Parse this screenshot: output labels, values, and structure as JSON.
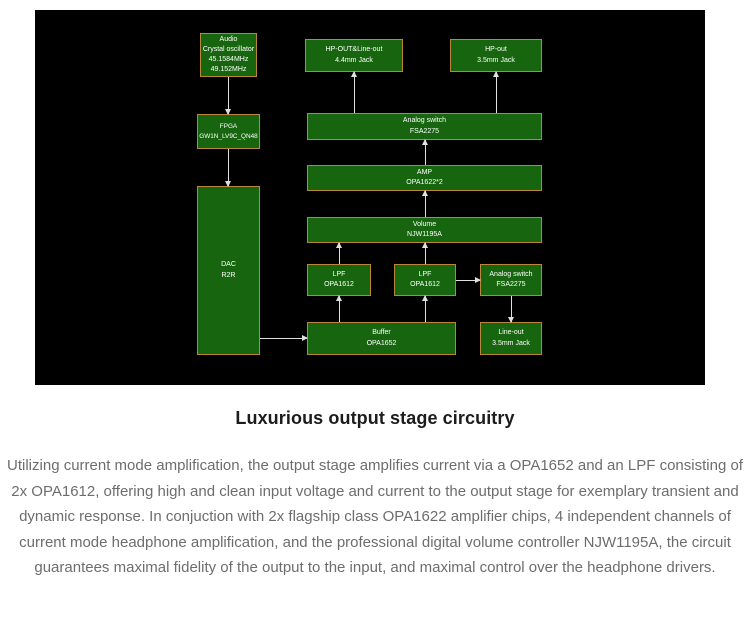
{
  "diagram": {
    "colors": {
      "background": "#000000",
      "box_fill": "#17660f",
      "box_border": "#b9873b",
      "box_text": "#ffffff",
      "arrow": "#e0e0e0"
    },
    "blocks": {
      "oscillator": [
        "Audio",
        "Crystal oscillator",
        "45.1584MHz",
        "49.152MHz"
      ],
      "hp_out_line_out_jack": [
        "HP-OUT&Line-out",
        "4.4mm Jack"
      ],
      "hp_out_jack": [
        "HP-out",
        "3.5mm Jack"
      ],
      "fpga": [
        "FPGA",
        "GW1N_LV9C_QN48"
      ],
      "analog_switch_main": [
        "Analog switch",
        "FSA2275"
      ],
      "amp": [
        "AMP",
        "OPA1622*2"
      ],
      "volume": [
        "Volume",
        "NJW1195A"
      ],
      "dac": [
        "DAC",
        "R2R"
      ],
      "lpf_left": [
        "LPF",
        "OPA1612"
      ],
      "lpf_right": [
        "LPF",
        "OPA1612"
      ],
      "analog_switch_lineout": [
        "Analog switch",
        "FSA2275"
      ],
      "buffer": [
        "Buffer",
        "OPA1652"
      ],
      "line_out_jack": [
        "Line-out",
        "3.5mm Jack"
      ]
    }
  },
  "content": {
    "heading": "Luxurious output stage circuitry",
    "paragraph": "Utilizing current mode amplification, the output stage amplifies current via a OPA1652 and an LPF consisting of 2x OPA1612, offering high and clean input voltage and current to the output stage for exemplary transient and dynamic response. In conjuction with 2x flagship class OPA1622 amplifier chips, 4 independent channels of current mode headphone amplification, and the professional digital volume controller NJW1195A, the circuit guarantees maximal fidelity of the output to the input, and maximal control over the headphone drivers."
  }
}
